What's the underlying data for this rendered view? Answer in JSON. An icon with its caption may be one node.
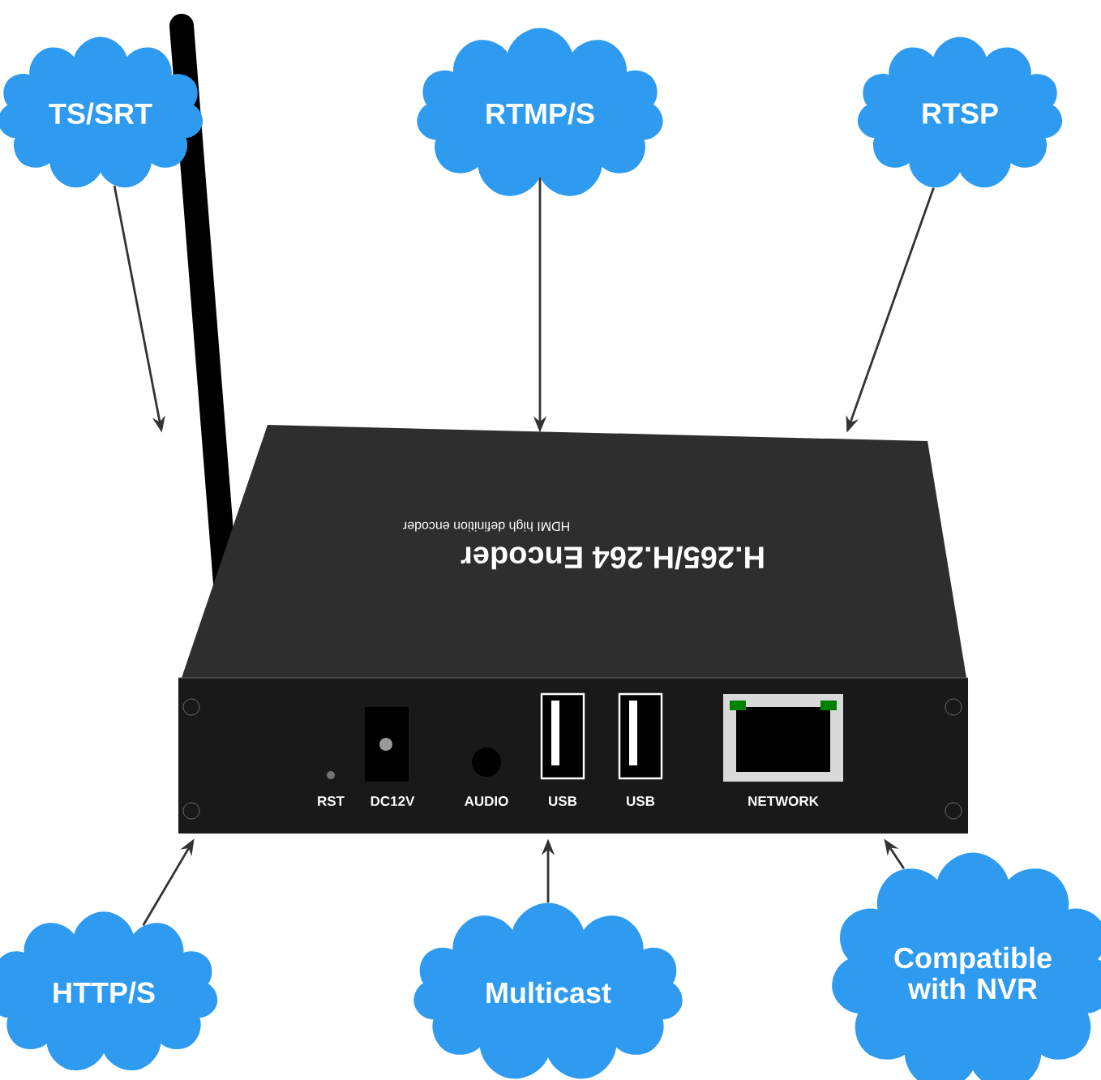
{
  "diagram": {
    "nodes": [
      {
        "text": [
          "TS/SRT"
        ]
      },
      {
        "text": [
          "RTMP/S"
        ]
      },
      {
        "text": [
          "RTSP"
        ]
      },
      {
        "text": [
          "HTTP/S"
        ]
      },
      {
        "text": [
          "Multicast"
        ]
      },
      {
        "text": [
          "Compatible with NVR"
        ]
      },
      {
        "text": [
          "H.265/H.264 Encoder",
          "HDMI high definition encoder",
          "RST",
          "DC12V",
          "AUDIO",
          "USB",
          "USB",
          "NETWORK"
        ]
      }
    ],
    "edges": [
      {
        "from": 0,
        "to": 6,
        "arrow": "to"
      },
      {
        "from": 1,
        "to": 6,
        "arrow": "to"
      },
      {
        "from": 2,
        "to": 6,
        "arrow": "to"
      },
      {
        "from": 3,
        "to": 6,
        "arrow": "to"
      },
      {
        "from": 4,
        "to": 6,
        "arrow": "to"
      },
      {
        "from": 5,
        "to": 6,
        "arrow": "to"
      }
    ]
  }
}
